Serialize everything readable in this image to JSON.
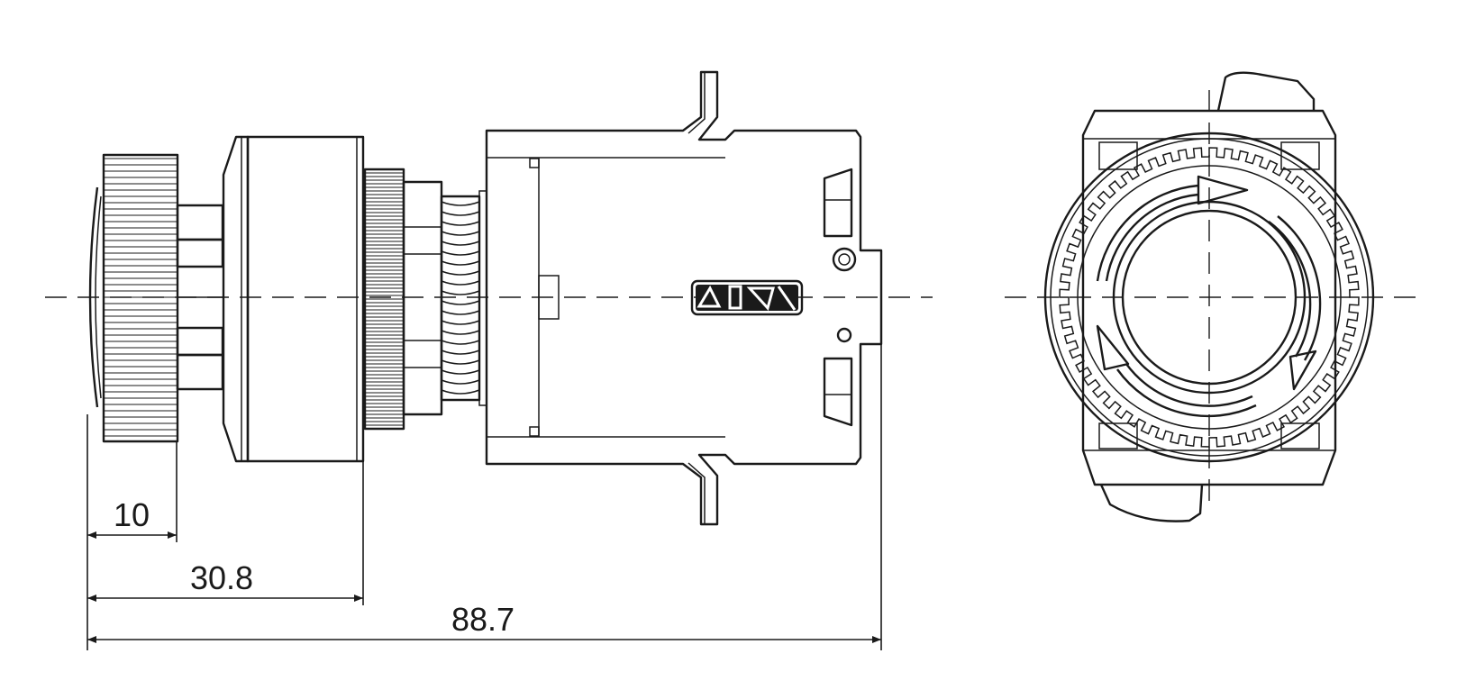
{
  "dimensions": {
    "d1": "10",
    "d2": "30.8",
    "d3": "88.7"
  },
  "colors": {
    "line": "#1a1a1a",
    "background": "#ffffff"
  }
}
